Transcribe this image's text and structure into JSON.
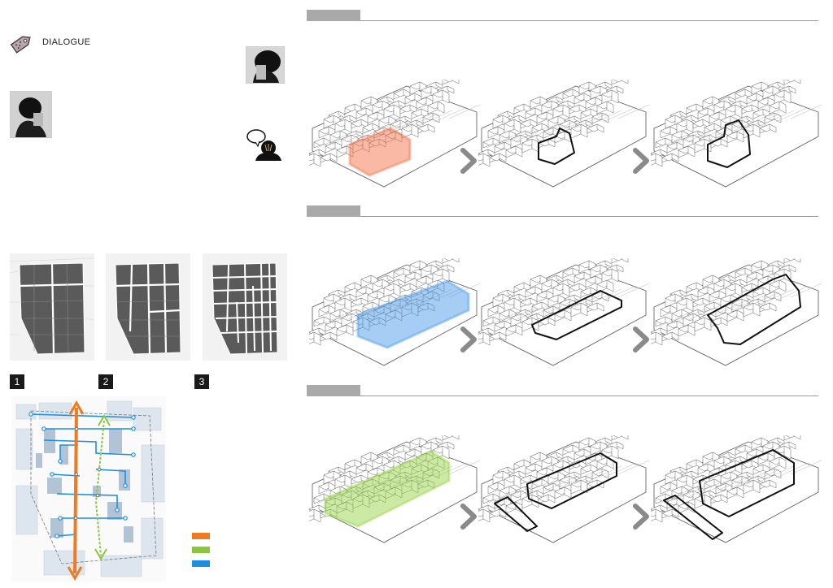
{
  "dialogue": {
    "label": "DIALOGUE",
    "icons": [
      "tag-icon",
      "portrait-icon",
      "portrait-icon",
      "speech-bubble-icon"
    ]
  },
  "panels": [
    {
      "number": "1"
    },
    {
      "number": "2"
    },
    {
      "number": "3"
    }
  ],
  "legend": [
    {
      "color": "#f07a22"
    },
    {
      "color": "#8cc63f"
    },
    {
      "color": "#1c8fe0"
    }
  ],
  "sections": [
    {
      "highlight_color": "#f26a3d"
    },
    {
      "highlight_color": "#3f94e8"
    },
    {
      "highlight_color": "#92d13c"
    }
  ],
  "colors": {
    "section_tab": "#a9a9a9",
    "chevron": "#8a8a8a",
    "block_fill": "#5a5a5a",
    "street_orange": "#f07a22",
    "street_green": "#8cc63f",
    "street_blue": "#1c8fe0"
  }
}
